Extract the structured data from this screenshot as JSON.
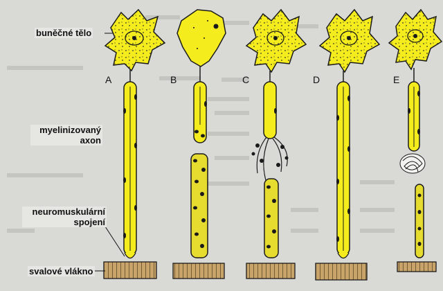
{
  "labels": {
    "cell_body": "buněčné tělo",
    "axon_line1": "myelinizovaný",
    "axon_line2": "axon",
    "junction_line1": "neuromuskulární",
    "junction_line2": "spojení",
    "muscle_fiber": "svalové vlákno"
  },
  "stages": [
    "A",
    "B",
    "C",
    "D",
    "E"
  ],
  "colors": {
    "neuron": "#f4ec1c",
    "outline": "#1a1a1a",
    "background": "#d9d9d6",
    "muscle": "#c9a46a"
  }
}
